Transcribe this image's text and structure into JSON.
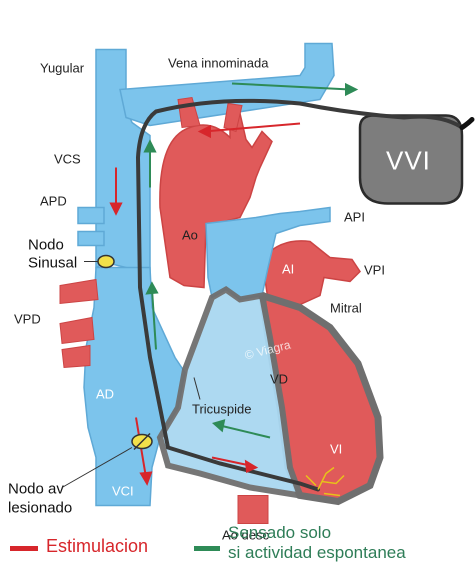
{
  "labels": {
    "yugular": "Yugular",
    "vena_innominada": "Vena innominada",
    "vvi": "VVI",
    "vcs": "VCS",
    "apd": "APD",
    "nodo_sinusal_1": "Nodo",
    "nodo_sinusal_2": "Sinusal",
    "vpd": "VPD",
    "ao": "Ao",
    "api": "API",
    "ai": "AI",
    "vpi": "VPI",
    "mitral": "Mitral",
    "ad": "AD",
    "vd": "VD",
    "tricuspide": "Tricuspide",
    "vi": "VI",
    "vci": "VCI",
    "nodo_av_1": "Nodo av",
    "nodo_av_2": "lesionado",
    "ao_desc": "Ao desc",
    "watermark": "© Viagra"
  },
  "legend": {
    "stimulation": "Estimulacion",
    "sensing_line1": "Sensado solo",
    "sensing_line2": "si actividad espontanea"
  },
  "colors": {
    "vein_blue": "#7cc4ec",
    "artery_red": "#e05a5a",
    "stimulation_red": "#d7262b",
    "sensing_green": "#2e8b57",
    "lead_dark": "#3a3a3a",
    "pacemaker_gray": "#8a8a8a"
  }
}
